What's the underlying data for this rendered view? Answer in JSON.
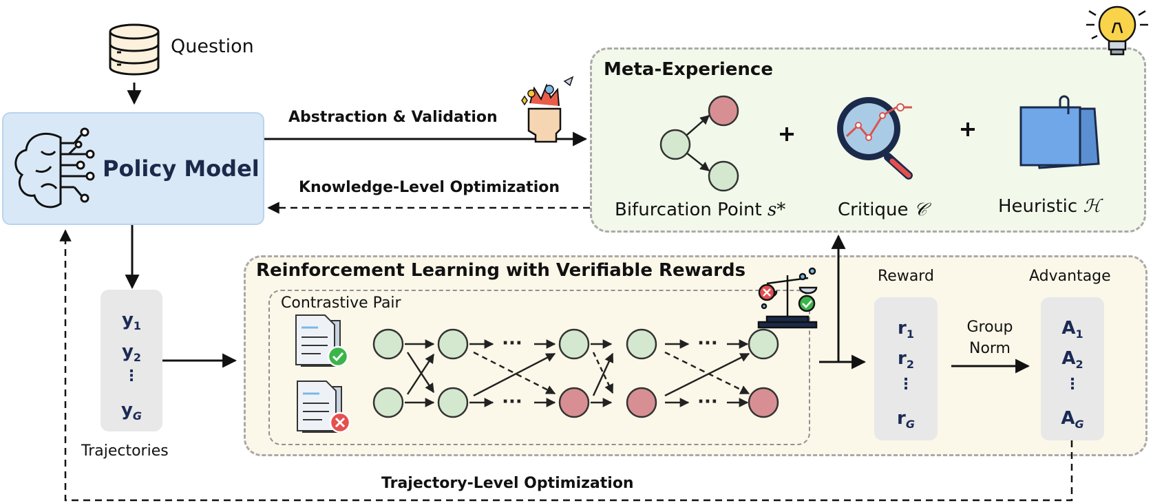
{
  "question": {
    "label": "Question",
    "icon": "database-icon"
  },
  "policy_model": {
    "label": "Policy Model",
    "icon": "brain-circuit-icon"
  },
  "edges": {
    "abstraction": "Abstraction & Validation",
    "knowledge_opt": "Knowledge-Level Optimization",
    "trajectory_opt": "Trajectory-Level Optimization",
    "group_norm_line1": "Group",
    "group_norm_line2": "Norm"
  },
  "meta_experience": {
    "title": "Meta-Experience",
    "items": [
      {
        "label": "Bifurcation Point",
        "symbol": "s*",
        "icon": "bifurcation-graph-icon"
      },
      {
        "label": "Critique",
        "symbol": "𝒞",
        "icon": "magnifier-chart-icon"
      },
      {
        "label": "Heuristic",
        "symbol": "ℋ",
        "icon": "sticky-notes-icon"
      }
    ],
    "plus": "+"
  },
  "trajectories": {
    "label": "Trajectories",
    "items": [
      "y",
      "y",
      "⋮",
      "y"
    ],
    "subs": [
      "1",
      "2",
      "",
      "G"
    ]
  },
  "rlvr": {
    "title": "Reinforcement Learning with Verifiable Rewards",
    "contrastive_pair": "Contrastive Pair",
    "icon": "balance-scale-icon"
  },
  "reward": {
    "label": "Reward",
    "items": [
      "r",
      "r",
      "⋮",
      "r"
    ],
    "subs": [
      "1",
      "2",
      "",
      "G"
    ]
  },
  "advantage": {
    "label": "Advantage",
    "items": [
      "A",
      "A",
      "⋮",
      "A"
    ],
    "subs": [
      "1",
      "2",
      "",
      "G"
    ]
  },
  "colors": {
    "node_green": "#d4e8cf",
    "node_red": "#d88f93",
    "meta_bg": "#f2f8ea",
    "rl_bg": "#fbf7e9",
    "policy_bg": "#d9e8f6"
  }
}
